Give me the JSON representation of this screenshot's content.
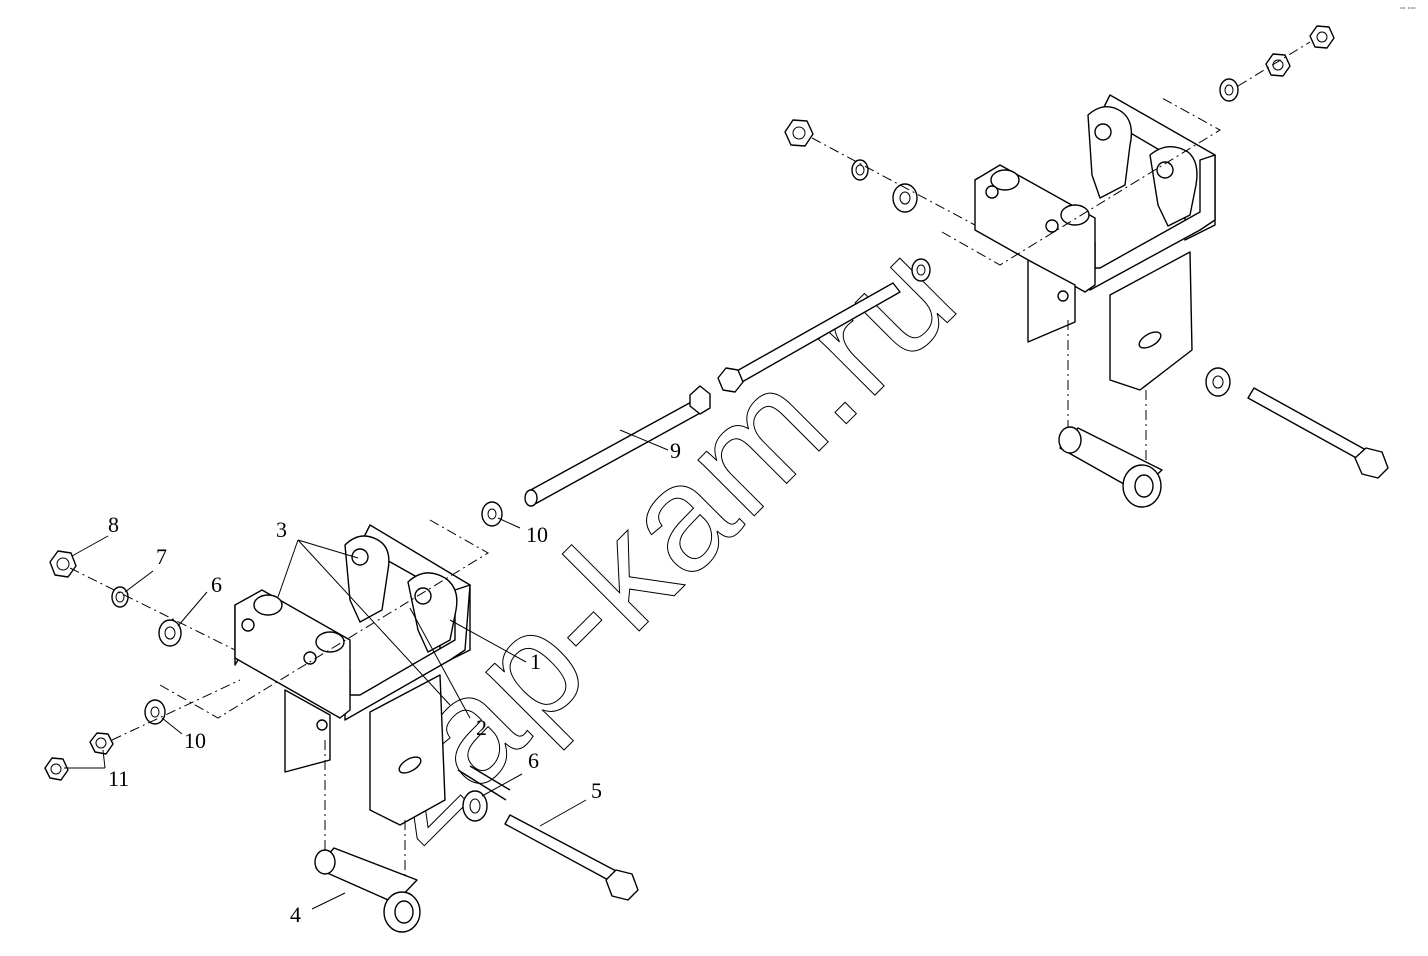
{
  "drawing": {
    "watermark": "zap-kam.ru",
    "corner_mark": "°° °°°",
    "callouts": [
      "1",
      "2",
      "3",
      "4",
      "5",
      "6",
      "6",
      "7",
      "8",
      "9",
      "10",
      "10",
      "11"
    ]
  }
}
